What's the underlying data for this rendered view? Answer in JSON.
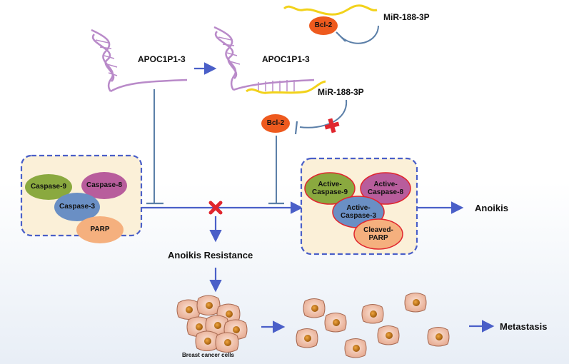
{
  "labels": {
    "apoc_left": "APOC1P1-3",
    "apoc_right": "APOC1P1-3",
    "mir_top": "MiR-188-3P",
    "mir_mid": "MiR-188-3P",
    "bcl2_top": "Bcl-2",
    "bcl2_mid": "Bcl-2",
    "anoikis": "Anoikis",
    "anoikis_resistance": "Anoikis Resistance",
    "breast_cancer_cells": "Breast cancer cells",
    "metastasis": "Metastasis"
  },
  "left_box": {
    "caspase9": "Caspase-9",
    "caspase8": "Caspase-8",
    "caspase3": "Caspase-3",
    "parp": "PARP"
  },
  "right_box": {
    "active_caspase9_a": "Active-",
    "active_caspase9_b": "Caspase-9",
    "active_caspase8_a": "Active-",
    "active_caspase8_b": "Caspase-8",
    "active_caspase3_a": "Active-",
    "active_caspase3_b": "Caspase-3",
    "cleaved_parp_a": "Cleaved-",
    "cleaved_parp_b": "PARP"
  },
  "colors": {
    "arrow": "#4a5fc8",
    "inhibitor": "#5b7fa8",
    "rna": "#b98ac9",
    "mirna": "#f2d21b",
    "bcl2": "#ee5a1e",
    "box_fill": "#fbf0d8",
    "box_border": "#4a5fc8",
    "caspase9": "#8aa93f",
    "caspase8": "#b85d9c",
    "caspase3": "#6a8fc4",
    "parp": "#f5b07e",
    "red_cross": "#e0262e",
    "cell_outer": "#f4c2ac",
    "cell_nucleus": "#c47a1a"
  }
}
